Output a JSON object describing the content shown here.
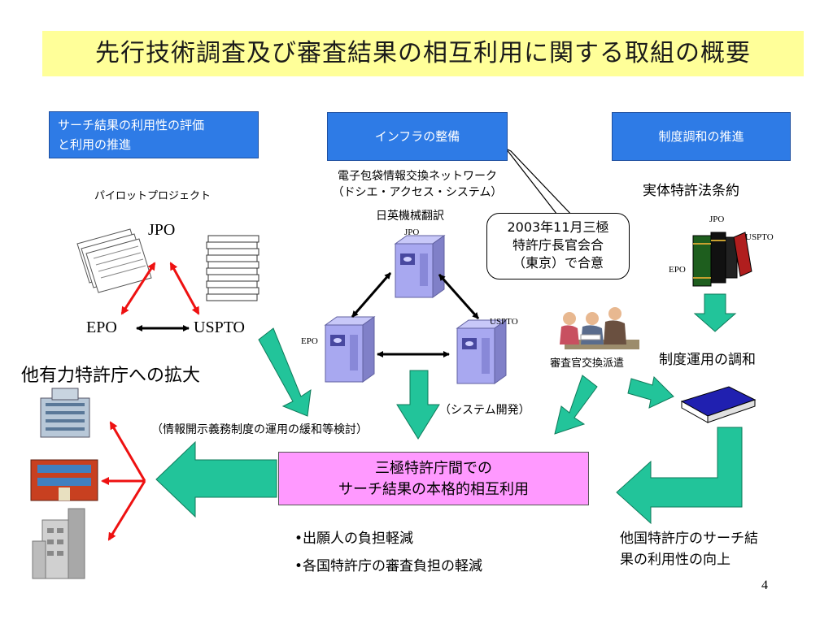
{
  "title": "先行技術調査及び審査結果の相互利用に関する取組の概要",
  "left": {
    "box_line1": "サーチ結果の利用性の評価",
    "box_line2": "と利用の推進",
    "pilot": "パイロットプロジェクト",
    "jpo": "JPO",
    "epo": "EPO",
    "uspto": "USPTO",
    "expand": "他有力特許庁への拡大"
  },
  "center": {
    "box": "インフラの整備",
    "net_line1": "電子包袋情報交換ネットワーク",
    "net_line2": "（ドシエ・アクセス・システム）",
    "mt": "日英機械翻訳",
    "jpo": "JPO",
    "epo": "EPO",
    "uspto": "USPTO",
    "sysdev": "（システム開発）",
    "relax": "（情報開示義務制度の運用の緩和等検討）"
  },
  "callout": {
    "line1": "2003年11月三極",
    "line2": "特許庁長官会合",
    "line3": "（東京）で合意"
  },
  "right": {
    "box": "制度調和の推進",
    "treaty": "実体特許法条約",
    "jpo": "JPO",
    "uspto": "USPTO",
    "epo": "EPO",
    "harmony": "制度運用の調和",
    "exchange": "審査官交換派遣",
    "improve_line1": "他国特許庁のサーチ結",
    "improve_line2": "果の利用性の向上"
  },
  "main": {
    "line1": "三極特許庁間での",
    "line2": "サーチ結果の本格的相互利用"
  },
  "bullets": [
    "•出願人の負担軽減",
    "•各国特許庁の審査負担の軽減"
  ],
  "page_number": "4",
  "colors": {
    "title_bg": "#ffff99",
    "blue_box": "#2e7be6",
    "pink_box": "#ff99ff",
    "arrow_green": "#22c49a",
    "red": "#ee1111"
  }
}
